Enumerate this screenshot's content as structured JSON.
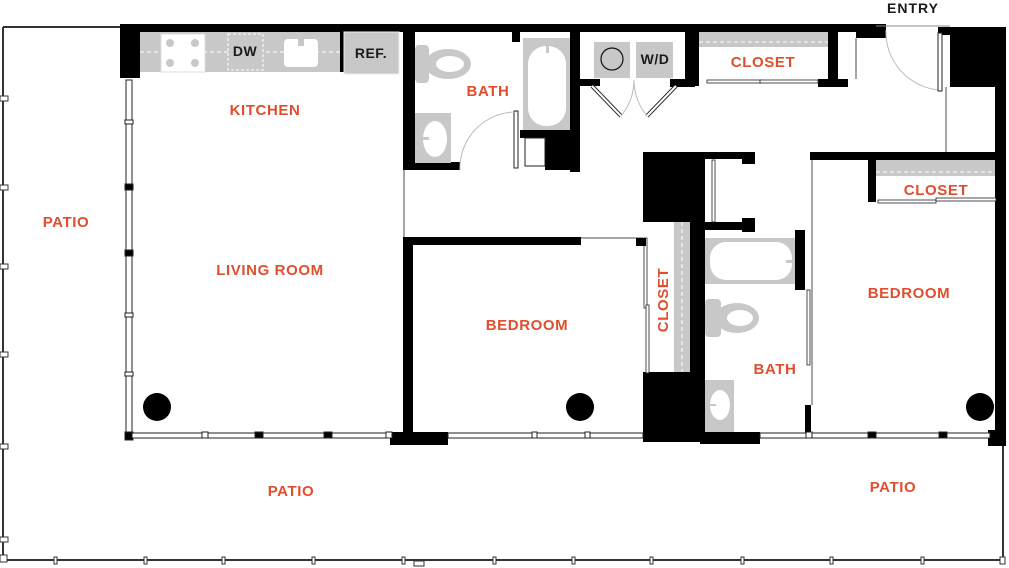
{
  "floorplan": {
    "label_color": "#e04e2d",
    "wall_color": "#000000",
    "fixture_color": "#c8c8c8",
    "entry_label": "ENTRY",
    "rooms": {
      "kitchen": "KITCHEN",
      "living_room": "LIVING ROOM",
      "patio_west": "PATIO",
      "patio_south_left": "PATIO",
      "patio_south_right": "PATIO",
      "bath_1": "BATH",
      "bath_2": "BATH",
      "bedroom_1": "BEDROOM",
      "bedroom_2": "BEDROOM",
      "closet_hall": "CLOSET",
      "closet_bedroom_2": "CLOSET",
      "closet_bedroom_1": "CLOSET"
    },
    "fixtures": {
      "dishwasher": "DW",
      "refrigerator": "REF.",
      "washer_dryer": "W/D"
    }
  }
}
